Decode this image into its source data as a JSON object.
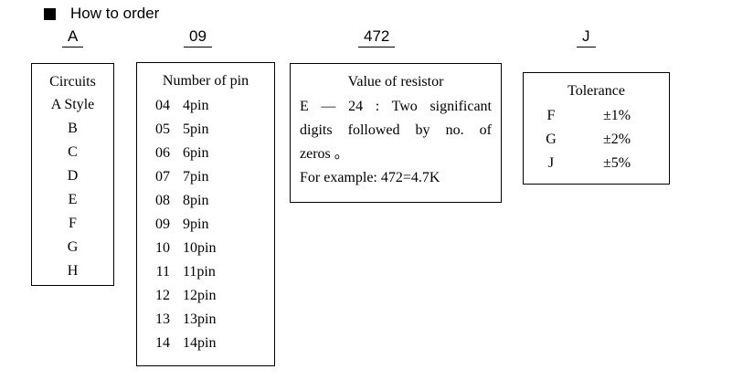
{
  "heading": "How to order",
  "codes": {
    "circuit": "A",
    "pins": "09",
    "resistor": "472",
    "tolerance": "J"
  },
  "circuits": {
    "title": "Circuits",
    "items": [
      "A Style",
      "B",
      "C",
      "D",
      "E",
      "F",
      "G",
      "H"
    ]
  },
  "pins": {
    "title": "Number of pin",
    "items": [
      {
        "num": "04",
        "label": "4pin"
      },
      {
        "num": "05",
        "label": "5pin"
      },
      {
        "num": "06",
        "label": "6pin"
      },
      {
        "num": "07",
        "label": "7pin"
      },
      {
        "num": "08",
        "label": "8pin"
      },
      {
        "num": "09",
        "label": "9pin"
      },
      {
        "num": "10",
        "label": "10pin"
      },
      {
        "num": "11",
        "label": "11pin"
      },
      {
        "num": "12",
        "label": "12pin"
      },
      {
        "num": "13",
        "label": "13pin"
      },
      {
        "num": "14",
        "label": "14pin"
      }
    ]
  },
  "resistor": {
    "title": "Value of resistor",
    "line1": "E — 24 : Two significant",
    "line2": "digits followed by no. of",
    "line3": "zeros 。",
    "example": "For example: 472=4.7K"
  },
  "tolerance": {
    "title": "Tolerance",
    "items": [
      {
        "letter": "F",
        "value": "±1%"
      },
      {
        "letter": "G",
        "value": "±2%"
      },
      {
        "letter": "J",
        "value": "±5%"
      }
    ]
  }
}
